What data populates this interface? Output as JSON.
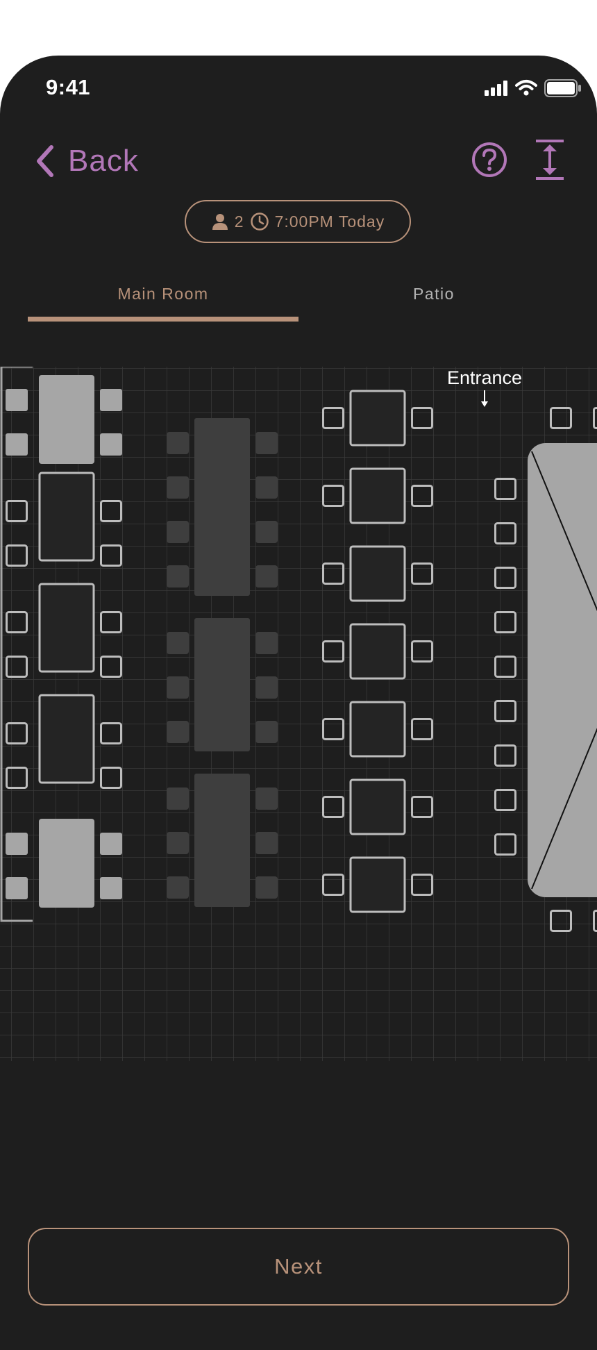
{
  "status_bar": {
    "time": "9:41"
  },
  "header": {
    "back_label": "Back"
  },
  "reservation": {
    "party_size": "2",
    "time": "7:00PM Today"
  },
  "tabs": [
    {
      "label": "Main Room",
      "active": true
    },
    {
      "label": "Patio",
      "active": false
    }
  ],
  "floor_plan": {
    "entrance_label": "Entrance"
  },
  "footer": {
    "next_label": "Next"
  },
  "colors": {
    "accent_purple": "#b277b8",
    "accent_tan": "#b8927a",
    "background": "#1e1e1e",
    "table_unavailable": "#a6a6a6",
    "table_selected": "#b8927a"
  }
}
